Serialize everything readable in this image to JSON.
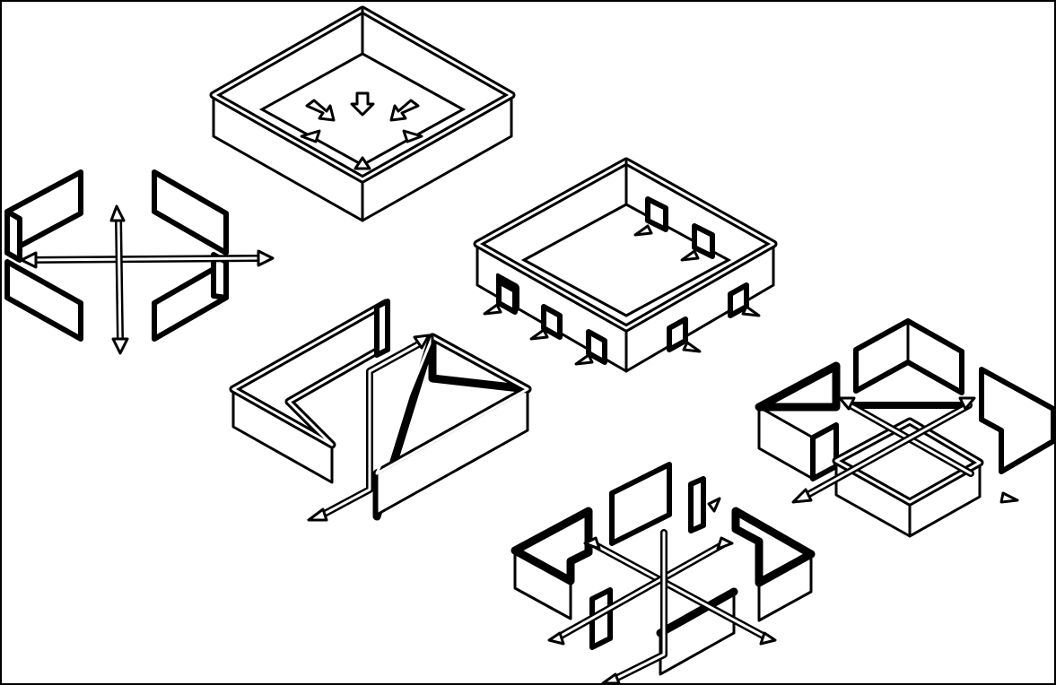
{
  "diagram": {
    "panels": [
      "closed-box-inward-arrows",
      "split-panels-cross-arrows",
      "box-with-side-slots-outward-arrows",
      "split-box-diagonal-separation",
      "four-quadrant-split-box",
      "six-panel-exploded-box"
    ],
    "colors": {
      "line": "#000000",
      "background": "#ffffff"
    }
  }
}
